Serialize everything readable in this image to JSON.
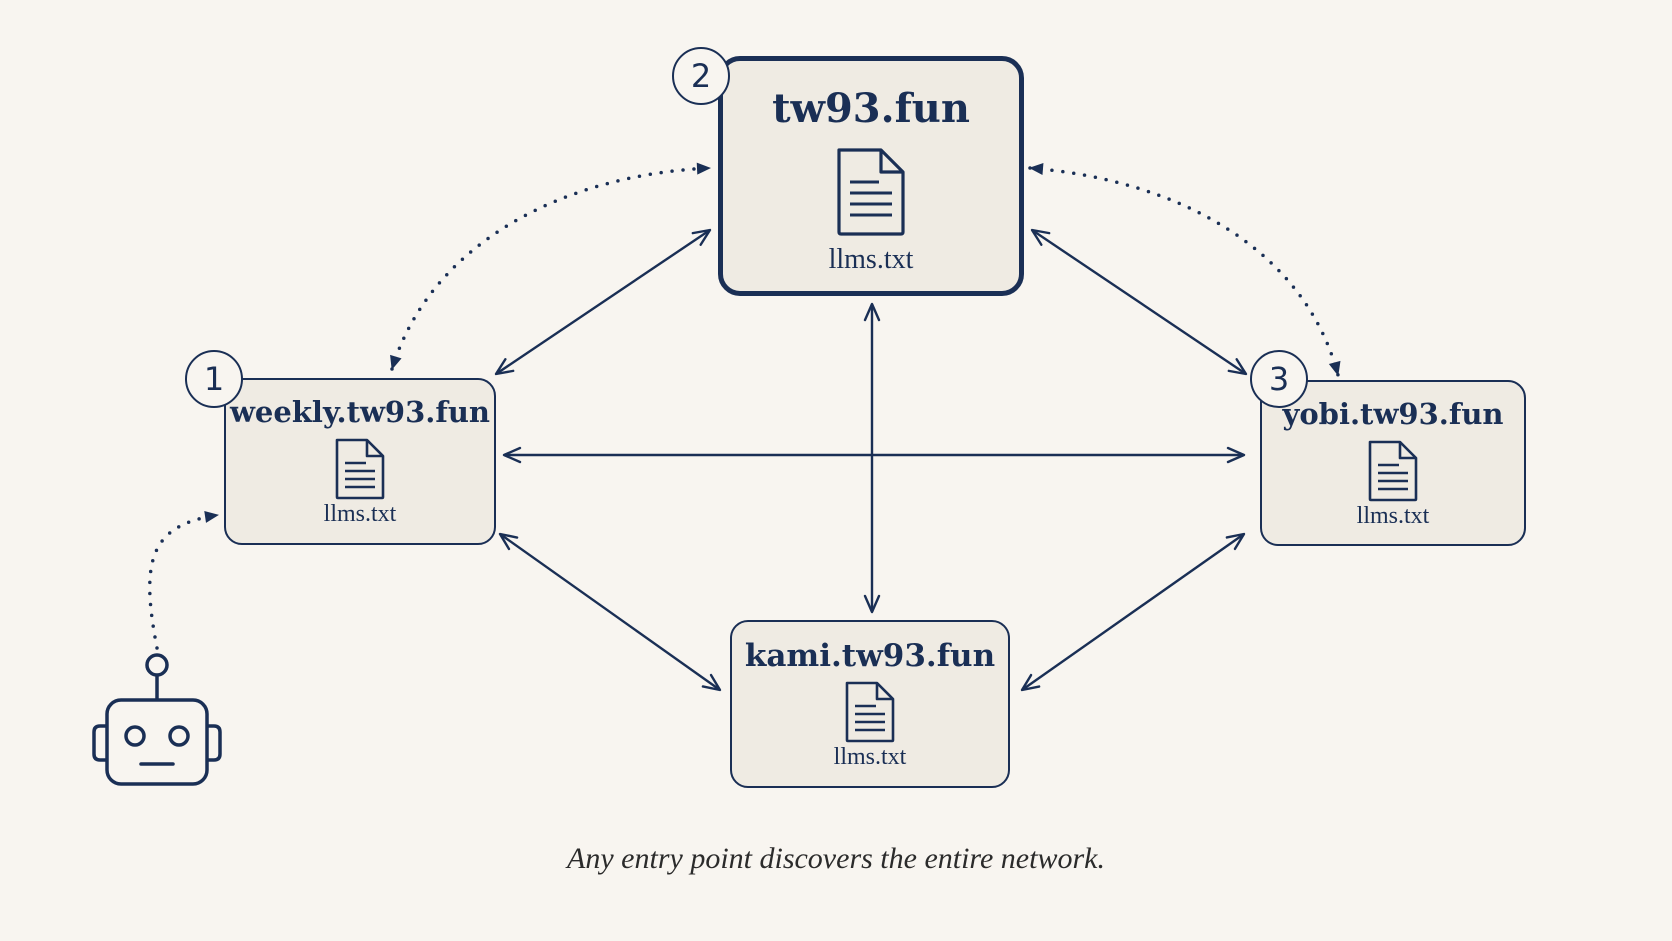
{
  "nodes": {
    "hub": {
      "title": "tw93.fun",
      "file": "llms.txt",
      "badge": "2"
    },
    "weekly": {
      "title": "weekly.tw93.fun",
      "file": "llms.txt",
      "badge": "1"
    },
    "yobi": {
      "title": "yobi.tw93.fun",
      "file": "llms.txt",
      "badge": "3"
    },
    "kami": {
      "title": "kami.tw93.fun",
      "file": "llms.txt"
    }
  },
  "caption": "Any entry point discovers the entire network.",
  "icons": {
    "document": "document-icon",
    "agent": "robot-icon"
  },
  "colors": {
    "ink": "#1a2f55",
    "node_fill": "#efebe3",
    "background": "#f8f5f0"
  }
}
